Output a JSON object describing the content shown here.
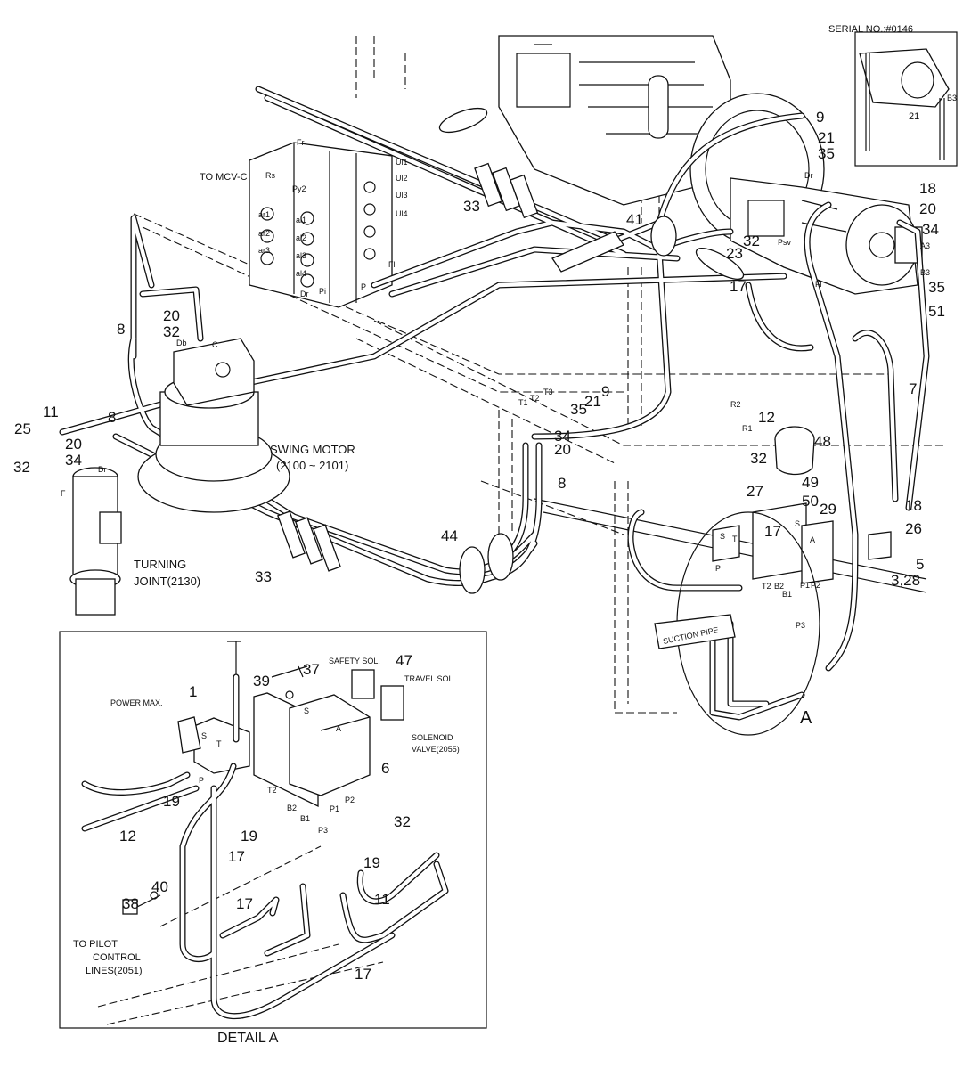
{
  "inset": {
    "serial": "SERIAL NO.:#0146",
    "callouts": [
      "21",
      "B3"
    ]
  },
  "labels": {
    "to_mcv": "TO MCV-C",
    "swing_motor": "SWING MOTOR",
    "swing_motor_ref": "(2100 ~ 2101)",
    "turning": "TURNING",
    "turning_joint_ref": "JOINT(2130)",
    "suction_pipe": "SUCTION PIPE",
    "detail_marker": "A"
  },
  "main_callouts": [
    "9",
    "21",
    "35",
    "33",
    "41",
    "18",
    "20",
    "34",
    "32",
    "23",
    "17",
    "35",
    "51",
    "20",
    "32",
    "8",
    "11",
    "25",
    "8",
    "20",
    "34",
    "32",
    "33",
    "44",
    "9",
    "21",
    "35",
    "34",
    "20",
    "8",
    "12",
    "48",
    "32",
    "49",
    "27",
    "50",
    "29",
    "17",
    "5",
    "3,28",
    "7",
    "18",
    "26"
  ],
  "port_labels": [
    "Rs",
    "Py2",
    "Ul1",
    "Ul2",
    "Ul3",
    "Ul4",
    "ar1",
    "ar2",
    "ar3",
    "al1",
    "al2",
    "al3",
    "al4",
    "Pi",
    "Dr",
    "P",
    "Fl",
    "Fr",
    "Db",
    "C",
    "Dr",
    "F",
    "T1",
    "T2",
    "T3",
    "R2",
    "R1",
    "Dr",
    "Psv",
    "Fl",
    "A3",
    "B3",
    "S",
    "T",
    "P",
    "S",
    "A",
    "T2",
    "B2",
    "B1",
    "P1",
    "P2",
    "P3"
  ],
  "detail": {
    "title": "DETAIL  A",
    "power_max": "POWER MAX.",
    "safety_sol": "SAFETY SOL.",
    "travel_sol": "TRAVEL SOL.",
    "solenoid": "SOLENOID",
    "solenoid_ref": "VALVE(2055)",
    "to_pilot": "TO PILOT",
    "control": "CONTROL",
    "lines_ref": "LINES(2051)",
    "callouts": [
      "1",
      "37",
      "39",
      "47",
      "6",
      "19",
      "12",
      "19",
      "17",
      "32",
      "19",
      "40",
      "38",
      "17",
      "11",
      "17"
    ],
    "ports": [
      "S",
      "T",
      "P",
      "S",
      "A",
      "T2",
      "B2",
      "B1",
      "P1",
      "P2",
      "P3"
    ]
  }
}
